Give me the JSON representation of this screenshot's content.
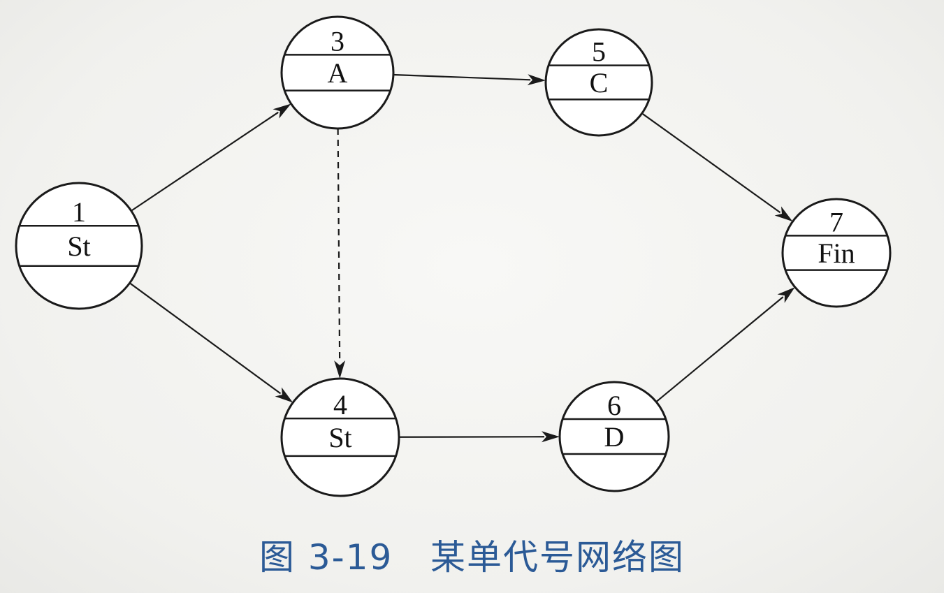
{
  "diagram": {
    "type": "single-code network diagram",
    "nodes": [
      {
        "key": "n1",
        "id": "1",
        "label": "St"
      },
      {
        "key": "n3",
        "id": "3",
        "label": "A"
      },
      {
        "key": "n5",
        "id": "5",
        "label": "C"
      },
      {
        "key": "n7",
        "id": "7",
        "label": "Fin"
      },
      {
        "key": "n4",
        "id": "4",
        "label": "St"
      },
      {
        "key": "n6",
        "id": "6",
        "label": "D"
      }
    ],
    "edges": [
      {
        "from": "n1",
        "to": "n3",
        "style": "solid"
      },
      {
        "from": "n1",
        "to": "n4",
        "style": "solid"
      },
      {
        "from": "n3",
        "to": "n5",
        "style": "solid"
      },
      {
        "from": "n3",
        "to": "n4",
        "style": "dashed"
      },
      {
        "from": "n4",
        "to": "n6",
        "style": "solid"
      },
      {
        "from": "n5",
        "to": "n7",
        "style": "solid"
      },
      {
        "from": "n6",
        "to": "n7",
        "style": "solid"
      }
    ],
    "colors": {
      "line": "#1a1a1a",
      "caption": "#2b5a96"
    }
  },
  "caption": "图 3-19   某单代号网络图"
}
